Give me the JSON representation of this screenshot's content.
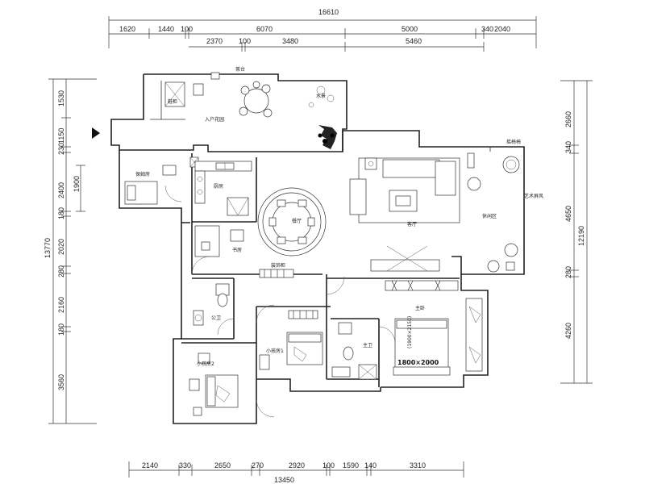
{
  "dimensions": {
    "top_total": "16610",
    "top_row1": [
      "1620",
      "1440",
      "100",
      "6070",
      "5000",
      "340",
      "2040"
    ],
    "top_row2": [
      "2370",
      "100",
      "3480",
      "5460"
    ],
    "bottom_row": [
      "2140",
      "330",
      "2650",
      "270",
      "2920",
      "100",
      "1590",
      "140",
      "3310"
    ],
    "bottom_total": "13450",
    "left_total": "13770",
    "left_row": [
      "1530",
      "1150",
      "230",
      "2400",
      "1900",
      "180",
      "2020",
      "280",
      "2160",
      "180",
      "3560"
    ],
    "right_row": [
      "2660",
      "340",
      "4650",
      "280",
      "4260"
    ],
    "right_total": "12190"
  },
  "rooms": {
    "entry_garden": "入户花园",
    "shoe_cabinet": "鞋柜",
    "nanny_room": "保姆房",
    "kitchen": "厨房",
    "dining": "餐厅",
    "living": "客厅",
    "leisure": "休闲区",
    "study": "书房",
    "public_bath": "公卫",
    "bedroom1": "小孩房1",
    "bedroom2": "小孩房2",
    "master_bath": "主卫",
    "master_bedroom": "主卧",
    "art_screen": "艺术屏风",
    "decor_cabinet": "装饰柜",
    "sofa_chair": "摇椅椅",
    "water_feature": "水景",
    "tea_table": "茶台"
  },
  "annotations": {
    "bed_size": "1800×2000",
    "bed_size_alt": "(1900×2150)"
  }
}
